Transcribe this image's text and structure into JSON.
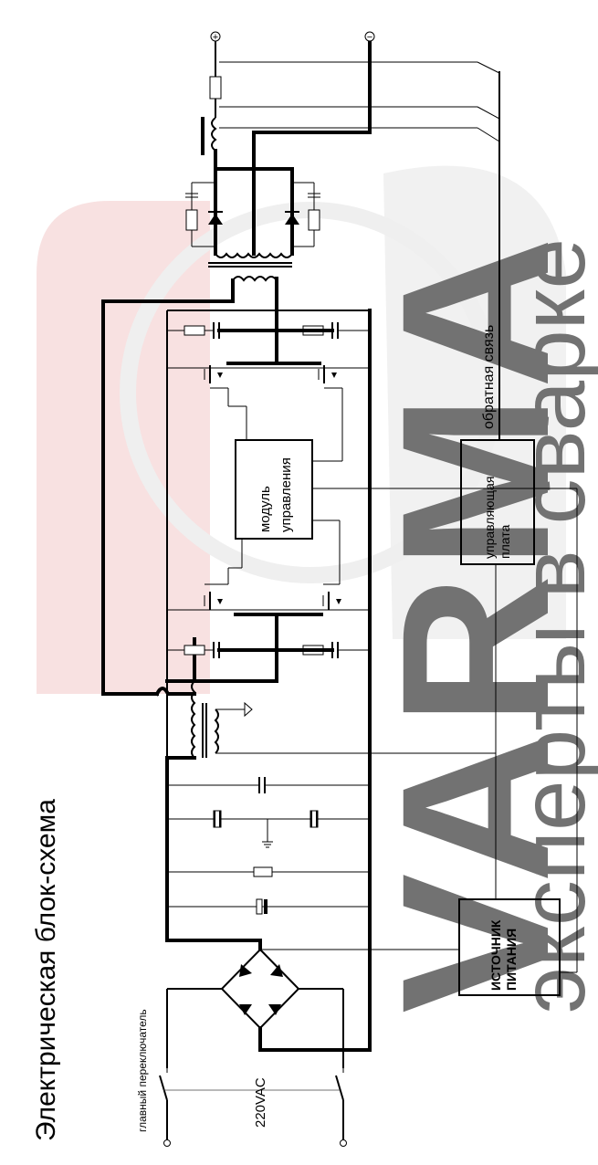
{
  "title": "Электрическая блок-схема",
  "labels": {
    "main_switch": "главный переключатель",
    "ac_input": "220VAC",
    "control_module_line1": "модуль",
    "control_module_line2": "управления",
    "control_board_line1": "управляющая",
    "control_board_line2": "плата",
    "power_supply_line1": "ИСТОЧНИК",
    "power_supply_line2": "ПИТАНИЯ",
    "feedback": "обратная связь"
  },
  "terminals": {
    "positive": "+",
    "negative": "−"
  },
  "watermark": {
    "brand": "VARMA",
    "tagline": "эксперты в сварке",
    "brand_color": "#d9d9d9",
    "accent_color": "#e8a0a0"
  },
  "colors": {
    "line": "#000000",
    "background": "#ffffff"
  }
}
